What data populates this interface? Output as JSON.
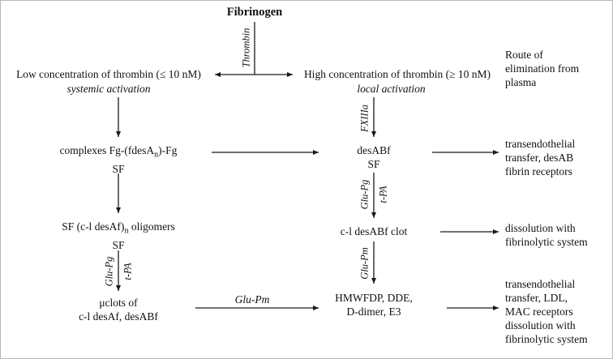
{
  "title": "Fibrinogen",
  "stem_label": "Thrombin",
  "left": {
    "heading": "Low concentration of thrombin (≤ 10 nM)",
    "sub": "systemic activation",
    "node1": {
      "pre": "complexes Fg-(fdesA",
      "sub": "n",
      "post": ")-Fg",
      "line2": "SF"
    },
    "node2": {
      "pre": "SF (c-l desAf)",
      "sub": "n",
      "post": " oligomers",
      "line2": "SF"
    },
    "arrow3": {
      "label1": "Glu-Pg",
      "label2": "t-PA"
    },
    "node3": [
      "μclots of",
      "c-l desAf, desABf"
    ]
  },
  "right": {
    "heading": "High concentration of thrombin (≥ 10 nM)",
    "sub": "local activation",
    "arrow1_label": "FXIIIa",
    "node1": [
      "desABf",
      "SF"
    ],
    "arrow2": {
      "label1": "Glu-Pg",
      "label2": "t-PA"
    },
    "node2": "c-l desABf clot",
    "arrow3_label": "Glu-Pm",
    "node3": [
      "HMWFDP, DDE,",
      "D-dimer, E3"
    ]
  },
  "cross_label": "Glu-Pm",
  "routes": {
    "heading": [
      "Route of",
      "elimination from",
      "plasma"
    ],
    "row1": [
      "transendothelial",
      "transfer, desAB",
      "fibrin receptors"
    ],
    "row2": [
      "dissolution with",
      "fibrinolytic system"
    ],
    "row3": [
      "transendothelial",
      "transfer, LDL,",
      "MAC receptors",
      "dissolution with",
      "fibrinolytic system"
    ]
  }
}
